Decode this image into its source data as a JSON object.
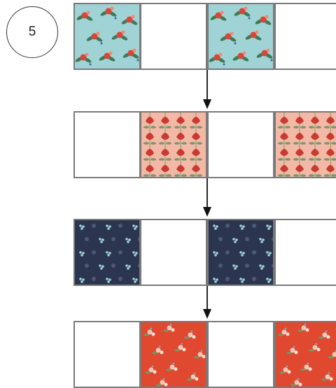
{
  "step": {
    "number": "5"
  },
  "rows": [
    {
      "fabric": "aqua-floral",
      "filled": [
        true,
        false,
        true,
        false
      ],
      "colors": {
        "base": "#9fd3d6",
        "accent": "#d8463a",
        "leaf": "#3f7a55"
      }
    },
    {
      "fabric": "pink-tulip",
      "filled": [
        false,
        true,
        false,
        true
      ],
      "colors": {
        "base": "#f4b8a6",
        "accent": "#c93a30",
        "leaf": "#6f9b68"
      }
    },
    {
      "fabric": "navy-dot",
      "filled": [
        true,
        false,
        true,
        false
      ],
      "colors": {
        "base": "#2c3550",
        "accent": "#9fd3d6",
        "leaf": "#4d5877"
      }
    },
    {
      "fabric": "red-floral",
      "filled": [
        false,
        true,
        false,
        true
      ],
      "colors": {
        "base": "#e0482f",
        "accent": "#f3c6b8",
        "leaf": "#6e9a65"
      }
    }
  ]
}
